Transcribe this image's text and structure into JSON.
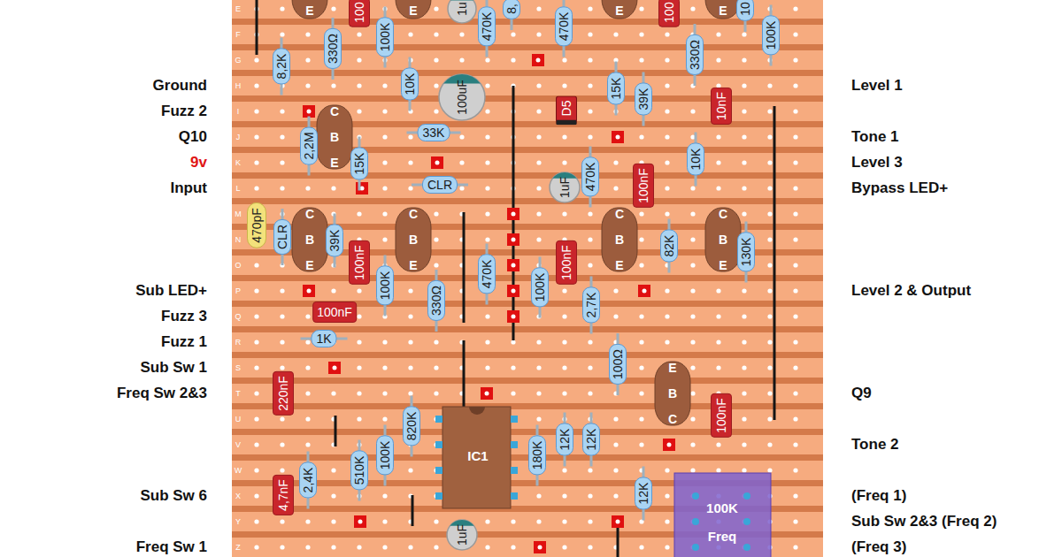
{
  "diagram": {
    "labels": [
      "Ground",
      "Fuzz 2",
      "Q10",
      "9v",
      "Input",
      "Sub LED+",
      "Fuzz 3",
      "Fuzz 1",
      "Sub Sw 1",
      "Freq Sw 2&3",
      "Sub Sw 6",
      "Freq Sw 1",
      "Level 1",
      "Tone 1",
      "Level 3",
      "Bypass LED+",
      "Level 2 & Output",
      "Q9",
      "Tone 2",
      "(Freq 1)",
      "Sub Sw 2&3 (Freq 2)",
      "(Freq 3)",
      "E",
      "F",
      "G",
      "H",
      "I",
      "J",
      "K",
      "L",
      "M",
      "N",
      "O",
      "P",
      "Q",
      "R",
      "S",
      "T",
      "U",
      "V",
      "W",
      "X",
      "Y",
      "Z",
      "E",
      "100",
      "E",
      "1u",
      "470K",
      "8,",
      "470K",
      "E",
      "100",
      "E",
      "10",
      "100K",
      "8,2K",
      "330Ω",
      "100K",
      "330Ω",
      "10K",
      "100uF",
      "D5",
      "15K",
      "39K",
      "10nF",
      "C",
      "B",
      "E",
      "2,2M",
      "15K",
      "33K",
      "CLR",
      "1uF",
      "470K",
      "100nF",
      "10K",
      "C",
      "B",
      "E",
      "C",
      "B",
      "E",
      "C",
      "B",
      "E",
      "C",
      "B",
      "E",
      "470pF",
      "CLR",
      "39K",
      "100nF",
      "100K",
      "330Ω",
      "470K",
      "100K",
      "100nF",
      "2,7K",
      "82K",
      "130K",
      "100nF",
      "1K",
      "220nF",
      "100Ω",
      "E",
      "B",
      "C",
      "100nF",
      "820K",
      "IC1",
      "510K",
      "100K",
      "180K",
      "12K",
      "12K",
      "4,7nF",
      "2,4K",
      "12K",
      "1uF",
      "100K",
      "Freq"
    ]
  }
}
